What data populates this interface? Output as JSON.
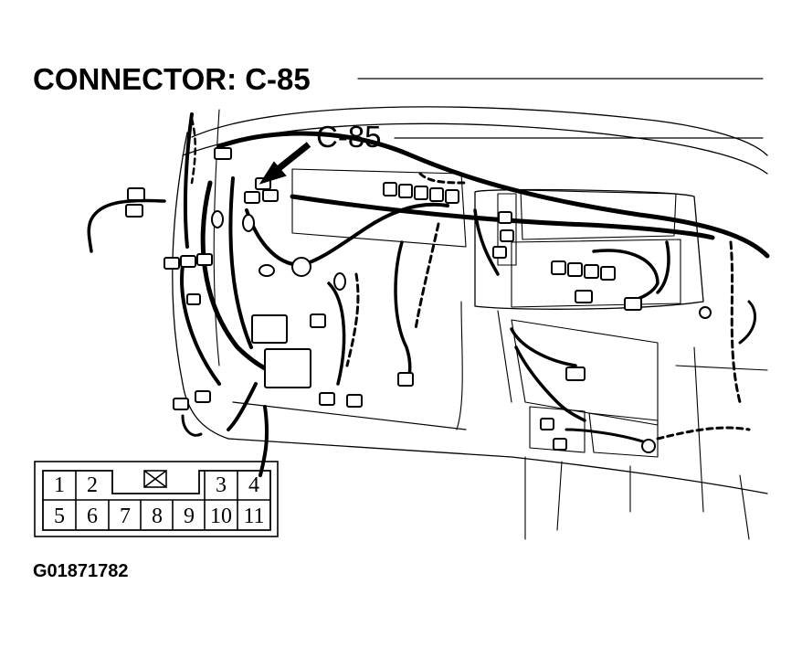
{
  "title": "CONNECTOR: C-85",
  "callout_label": "C-85",
  "figure_id": "G01871782",
  "connector": {
    "top_row_pins": [
      "1",
      "2",
      "3",
      "4"
    ],
    "bottom_row_pins": [
      "5",
      "6",
      "7",
      "8",
      "9",
      "10",
      "11"
    ],
    "blocked_cavity": "x-box"
  },
  "colors": {
    "line": "#000000",
    "background": "#ffffff"
  }
}
